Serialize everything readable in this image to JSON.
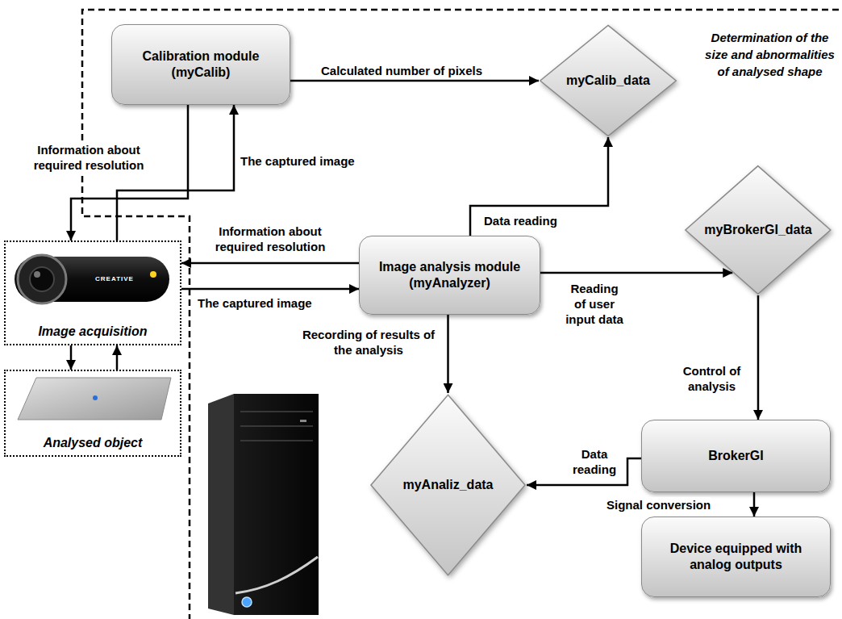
{
  "diagram": {
    "nodes": [
      {
        "text": [
          "Calibration module (myCalib)"
        ]
      },
      {
        "text": [
          "myCalib_data"
        ]
      },
      {
        "text": [
          "Image acquisition"
        ]
      },
      {
        "text": [
          "Image analysis module (myAnalyzer)"
        ]
      },
      {
        "text": [
          "myBrokerGI_data"
        ]
      },
      {
        "text": [
          "Analysed object"
        ]
      },
      {
        "text": [
          "myAnaliz_data"
        ]
      },
      {
        "text": [
          "BrokerGI"
        ]
      },
      {
        "text": [
          "Device equipped with analog outputs"
        ]
      }
    ],
    "edges": [
      {
        "from": 0,
        "to": 1,
        "label": "Calculated number of pixels",
        "arrow": "to"
      },
      {
        "from": 0,
        "to": 2,
        "label": "Information about required resolution",
        "arrow": "to"
      },
      {
        "from": 2,
        "to": 0,
        "label": "The captured image",
        "arrow": "to"
      },
      {
        "from": 3,
        "to": 2,
        "label": "Information about required resolution",
        "arrow": "to"
      },
      {
        "from": 2,
        "to": 3,
        "label": "The captured image",
        "arrow": "to"
      },
      {
        "from": 3,
        "to": 1,
        "label": "Data reading",
        "arrow": "to"
      },
      {
        "from": 3,
        "to": 4,
        "label": "Reading of user input data",
        "arrow": "to"
      },
      {
        "from": 3,
        "to": 6,
        "label": "Recording of results of the analysis",
        "arrow": "to"
      },
      {
        "from": 4,
        "to": 7,
        "label": "Control of analysis",
        "arrow": "to"
      },
      {
        "from": 7,
        "to": 6,
        "label": "Data reading",
        "arrow": "to"
      },
      {
        "from": 7,
        "to": 8,
        "label": "Signal conversion",
        "arrow": "to"
      },
      {
        "from": 2,
        "to": 5,
        "arrow": "to"
      },
      {
        "from": 5,
        "to": 2,
        "arrow": "to"
      }
    ],
    "labels": [
      "Determination of the size and abnormalities of analysed shape",
      "CREATIVE"
    ]
  }
}
